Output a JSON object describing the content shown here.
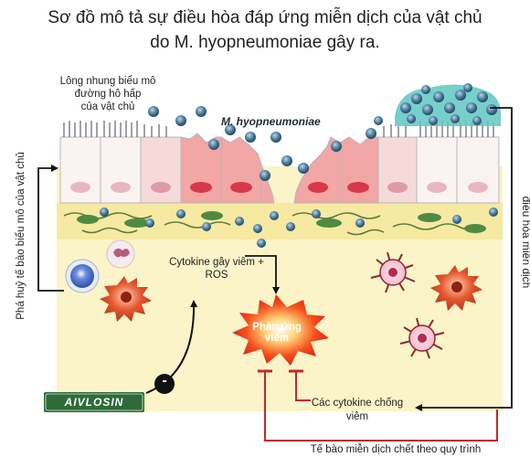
{
  "title": {
    "line1": "Sơ đồ mô tả sự điều hòa đáp ứng miễn dịch của vật chủ",
    "line2": "do M. hyopneumoniae gây ra."
  },
  "labels": {
    "epithelium_line1": "Lông nhung biểu mô",
    "epithelium_line2": "đường hô hấp",
    "epithelium_line3": "của vật chủ",
    "pathogen": "M. hyopneumoniae",
    "cytokine_line1": "Cytokine gây viêm +",
    "cytokine_line2": "ROS",
    "inflammation": "Phản ứng viêm",
    "anti_cytokine_line1": "Các cytokine chống",
    "anti_cytokine_line2": "viêm",
    "apoptosis": "Tế bào miễn dịch chết theo quy trình",
    "left_vertical": "Phá huỷ tế bào biểu mô của vật chủ",
    "right_vertical": "điều hòa miễn dịch",
    "logo": "AIVLOSIN",
    "inhibit_sign": "-"
  },
  "colors": {
    "mucosa_bg": "#fbf4c8",
    "inflammation_red": "#e8231c",
    "arrow_red": "#c8252a",
    "pathogen_blue": "#3f6f8c",
    "pink_cell": "#f2a6a6",
    "logo_green": "#2f6b3a"
  }
}
